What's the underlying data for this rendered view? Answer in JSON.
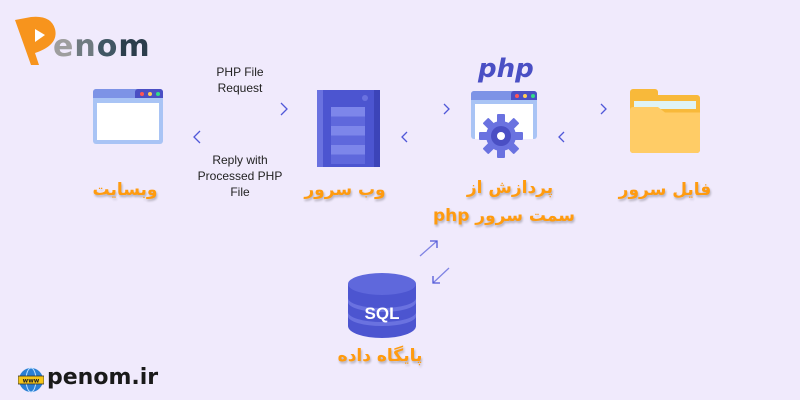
{
  "brand": {
    "logo_text": "Penom",
    "website": "penom.ir",
    "globe_label": "www"
  },
  "labels": {
    "request": "PHP File Request",
    "reply": "Reply with Processed PHP File",
    "website": "وبسایت",
    "web_server": "وب سرور",
    "php_processing_line1": "پردازش از",
    "php_processing_line2": "سمت سرور php",
    "file_server": "فایل سرور",
    "database": "پایگاه داده",
    "php_logo": "php",
    "sql": "SQL"
  },
  "colors": {
    "accent": "#ff9b0f",
    "primary": "#5058d8",
    "background": "#f0eafc"
  }
}
